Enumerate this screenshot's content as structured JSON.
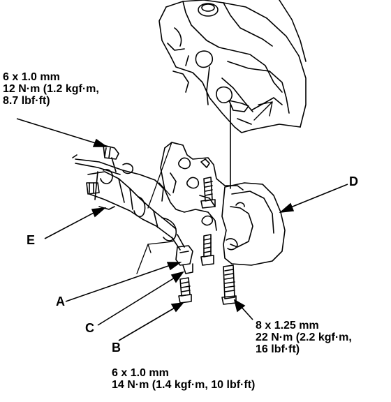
{
  "spec_top": {
    "size": "6 x 1.0 mm",
    "torque": "12 N·m (1.2 kgf·m,",
    "torque_cont": "8.7 lbf·ft)"
  },
  "labels": {
    "A": "A",
    "B": "B",
    "C": "C",
    "D": "D",
    "E": "E"
  },
  "spec_right": {
    "size": "8 x 1.25 mm",
    "torque": "22 N·m (2.2 kgf·m,",
    "torque_cont": "16 lbf·ft)"
  },
  "spec_bottom": {
    "size": "6 x 1.0 mm",
    "torque": "14 N·m (1.4 kgf·m, 10 lbf·ft)"
  }
}
